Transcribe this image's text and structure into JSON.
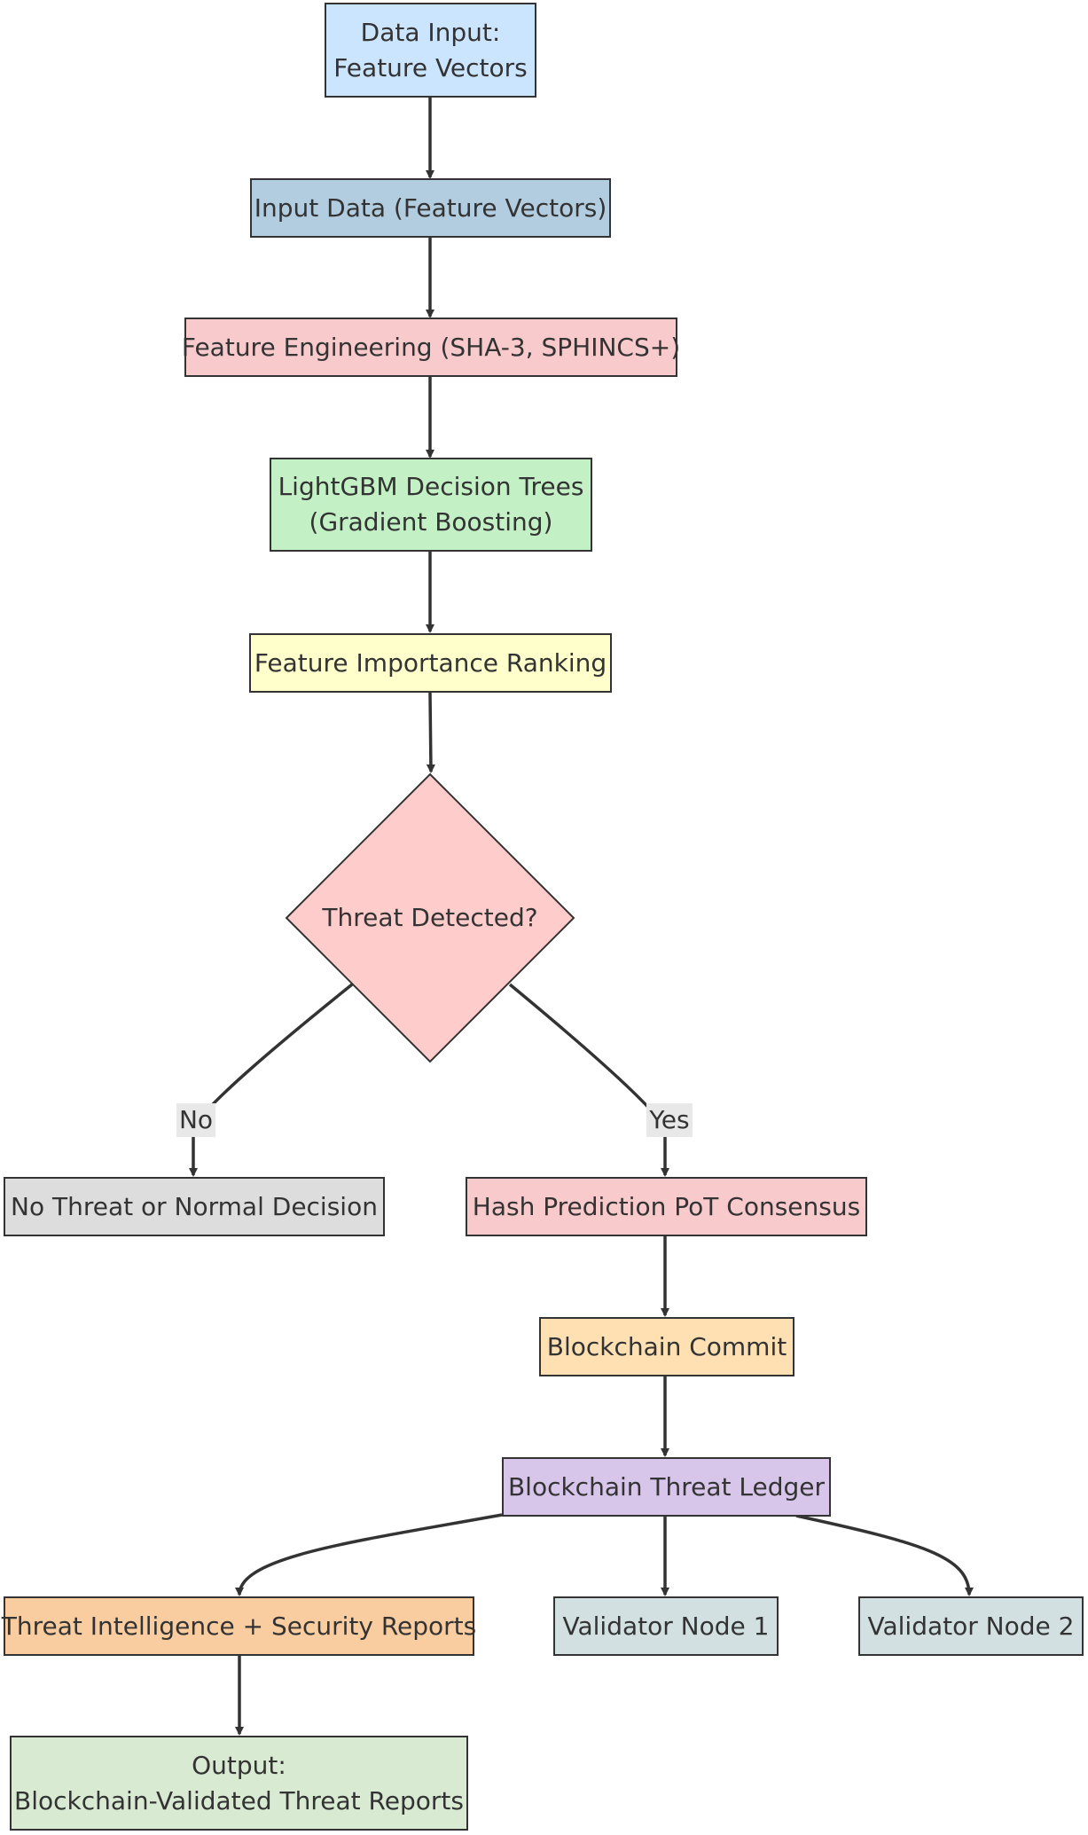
{
  "colors": {
    "stroke": "#333333",
    "blue_light": "#cce5ff",
    "blue_gray": "#b3cde0",
    "pink": "#f8cacb",
    "green": "#c3f1c5",
    "yellow": "#ffffcc",
    "diamond": "#ffcccc",
    "gray": "#dddddd",
    "orange_light": "#ffe0b3",
    "purple": "#d7c5ea",
    "orange": "#f9cda0",
    "slate": "#d2e0e2",
    "mint": "#d9ead3"
  },
  "nodes": {
    "data_input": [
      "Data Input:",
      "Feature Vectors"
    ],
    "input_data": [
      "Input Data (Feature Vectors)"
    ],
    "feature_engineering": [
      "Feature Engineering (SHA-3, SPHINCS+)"
    ],
    "lightgbm": [
      "LightGBM Decision Trees",
      "(Gradient Boosting)"
    ],
    "feature_importance": [
      "Feature Importance Ranking"
    ],
    "threat_detected": "Threat Detected?",
    "no_threat": [
      "No Threat or Normal Decision"
    ],
    "hash_prediction": [
      "Hash Prediction PoT Consensus"
    ],
    "blockchain_commit": [
      "Blockchain Commit"
    ],
    "threat_ledger": [
      "Blockchain Threat Ledger"
    ],
    "threat_intel": [
      "Threat Intelligence + Security Reports"
    ],
    "validator_1": [
      "Validator Node 1"
    ],
    "validator_2": [
      "Validator Node 2"
    ],
    "output": [
      "Output:",
      "Blockchain-Validated Threat Reports"
    ]
  },
  "edge_labels": {
    "no": "No",
    "yes": "Yes"
  }
}
